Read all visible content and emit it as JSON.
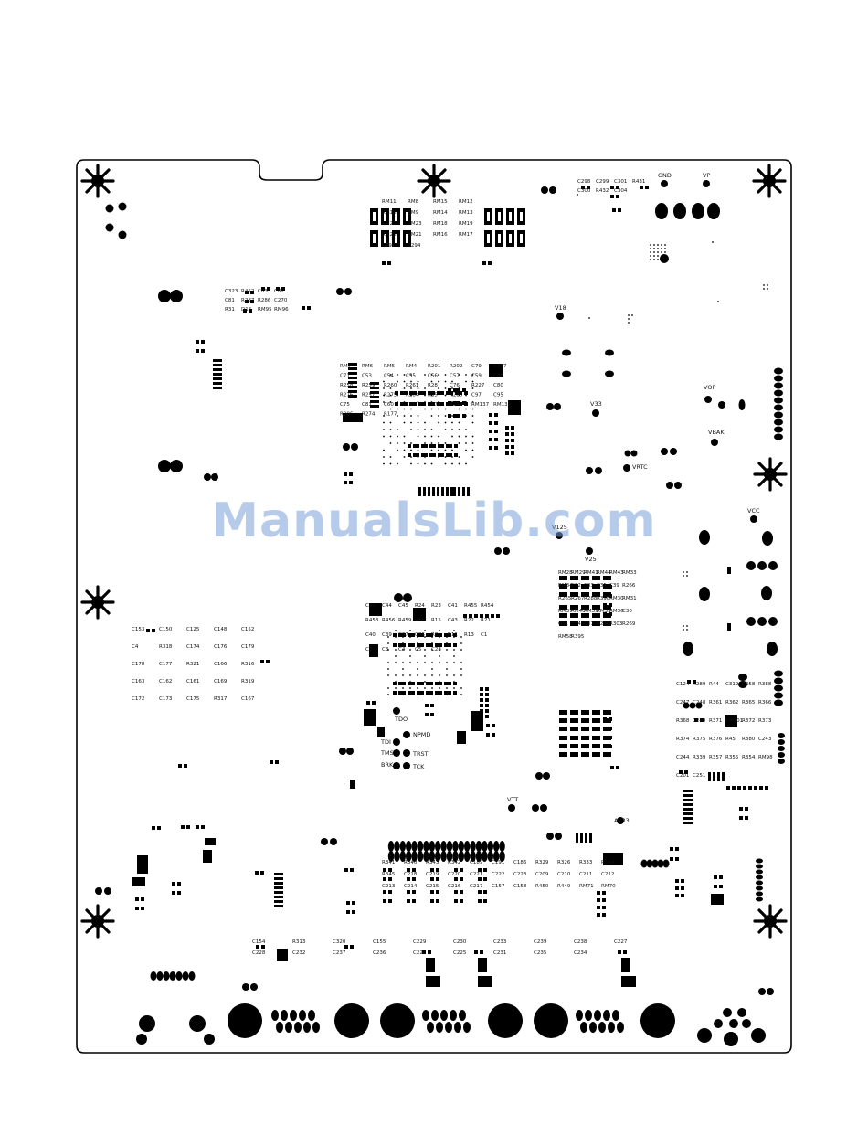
{
  "watermark": "ManualsLib.com",
  "colors": {
    "ink": "#000000",
    "paper": "#ffffff",
    "watermark": "#7aa0d7"
  },
  "icons": {
    "mounting_hole": "star-burst-icon"
  },
  "test_points": [
    "GND",
    "VP",
    "V18",
    "V33",
    "VOP",
    "VBAK",
    "VRTC",
    "VCC",
    "V125",
    "V25",
    "VTT",
    "AV33",
    "TDO",
    "TDI",
    "TMS",
    "BRK",
    "NPMD",
    "TRST",
    "TCK"
  ],
  "labels": {
    "top_rm": [
      "RM11",
      "RM8",
      "RM15",
      "RM12",
      "RM10",
      "RM9",
      "RM14",
      "RM13",
      "RM22",
      "RM23",
      "RM18",
      "RM19",
      "RM20",
      "RM21",
      "RM16",
      "RM17",
      "R295",
      "R294"
    ],
    "top_right": [
      "C298",
      "C299",
      "C301",
      "R431",
      "C300",
      "R432",
      "C304"
    ],
    "upper_left": [
      "C323",
      "R452",
      "C83",
      "C82",
      "C81",
      "R287",
      "R286",
      "C270",
      "R31",
      "D16",
      "RM95",
      "RM96"
    ],
    "bga_upper": [
      "RM7",
      "RM6",
      "RM5",
      "RM4",
      "R201",
      "R202",
      "C79",
      "R277",
      "C71",
      "C53",
      "C54",
      "C55",
      "C56",
      "C57",
      "C59",
      "C78",
      "R258",
      "R259",
      "R260",
      "R261",
      "R28",
      "C76",
      "R227",
      "C80",
      "R276",
      "R257",
      "R275",
      "R284",
      "R35",
      "R285",
      "C97",
      "C95",
      "C75",
      "C81",
      "C60",
      "C58",
      "R174",
      "R241",
      "RM137",
      "RM138",
      "R206",
      "R274",
      "R177"
    ],
    "bga_lower": [
      "C42",
      "C44",
      "C45",
      "R24",
      "R23",
      "C41",
      "R455",
      "R454",
      "R453",
      "R456",
      "R459",
      "R16",
      "R15",
      "C43",
      "R22",
      "R21",
      "C40",
      "C39",
      "C37",
      "C36",
      "R8",
      "R11",
      "R13",
      "C1",
      "C2",
      "C3",
      "C4",
      "C5",
      "C28"
    ],
    "right_mid": [
      "RM28",
      "RM29",
      "RM41",
      "RM44",
      "RM43",
      "RM33",
      "RM34",
      "C32",
      "C33",
      "C35",
      "C39",
      "R266",
      "R265",
      "R267",
      "R288",
      "R398",
      "RM30",
      "RM31",
      "RM37",
      "RM40",
      "RM39",
      "RM35",
      "RM36",
      "C30",
      "C31",
      "C34",
      "C37",
      "R268",
      "R303",
      "R269",
      "RM58",
      "R395"
    ],
    "right_side": [
      "C124",
      "R289",
      "R44",
      "C319",
      "R358",
      "R388",
      "C247",
      "C248",
      "R361",
      "R362",
      "R365",
      "R366",
      "R368",
      "C249",
      "R371",
      "RM101",
      "R372",
      "R373",
      "R374",
      "R375",
      "R376",
      "R45",
      "R380",
      "C243",
      "C244",
      "R339",
      "R357",
      "R355",
      "R354",
      "RM98",
      "C201",
      "C251"
    ],
    "lower_mid": [
      "R341",
      "R340",
      "R343",
      "R342",
      "C189",
      "C191",
      "C186",
      "R329",
      "R326",
      "R333",
      "R344",
      "R345",
      "C218",
      "C219",
      "C220",
      "C221",
      "C222",
      "C223",
      "C209",
      "C210",
      "C211",
      "C212",
      "C213",
      "C214",
      "C215",
      "C216",
      "C217",
      "C157",
      "C158",
      "R450",
      "R449",
      "RM71",
      "RM70"
    ],
    "lower_left": [
      "C153",
      "C150",
      "C125",
      "C148",
      "C152",
      "C4",
      "R318",
      "C174",
      "C176",
      "C179",
      "C178",
      "C177",
      "R321",
      "C166",
      "R316",
      "C163",
      "C162",
      "C161",
      "C169",
      "R319",
      "C172",
      "C173",
      "C175",
      "R317",
      "C167"
    ],
    "bottom": [
      "C154",
      "R313",
      "C320",
      "C155",
      "C229",
      "C230",
      "C233",
      "C239",
      "C238",
      "C227",
      "C228",
      "C232",
      "C237",
      "C236",
      "C226",
      "C225",
      "C231",
      "C235",
      "C234"
    ]
  }
}
